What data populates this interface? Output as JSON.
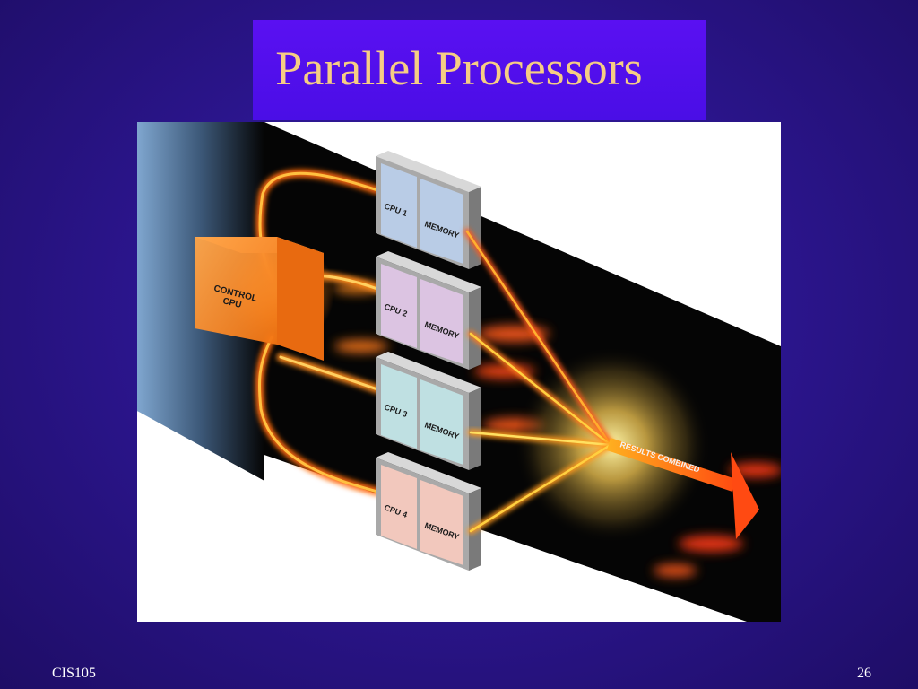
{
  "slide": {
    "title": "Parallel Processors",
    "footer_left": "CIS105",
    "page_number": "26"
  },
  "diagram": {
    "control_label_line1": "CONTROL",
    "control_label_line2": "CPU",
    "results_label": "RESULTS COMBINED",
    "units": [
      {
        "cpu_label": "CPU 1",
        "memory_label": "MEMORY",
        "color": "#b9cce6"
      },
      {
        "cpu_label": "CPU 2",
        "memory_label": "MEMORY",
        "color": "#dcc4e2"
      },
      {
        "cpu_label": "CPU 3",
        "memory_label": "MEMORY",
        "color": "#bfe0e2"
      },
      {
        "cpu_label": "CPU 4",
        "memory_label": "MEMORY",
        "color": "#f2c8bd"
      }
    ],
    "colors": {
      "background": "#2c1690",
      "title_band": "#5010ee",
      "title_text": "#f6cd84",
      "stream": "#050505",
      "control_cube": "#ff8a1e",
      "glow": "#ffd84a"
    }
  }
}
